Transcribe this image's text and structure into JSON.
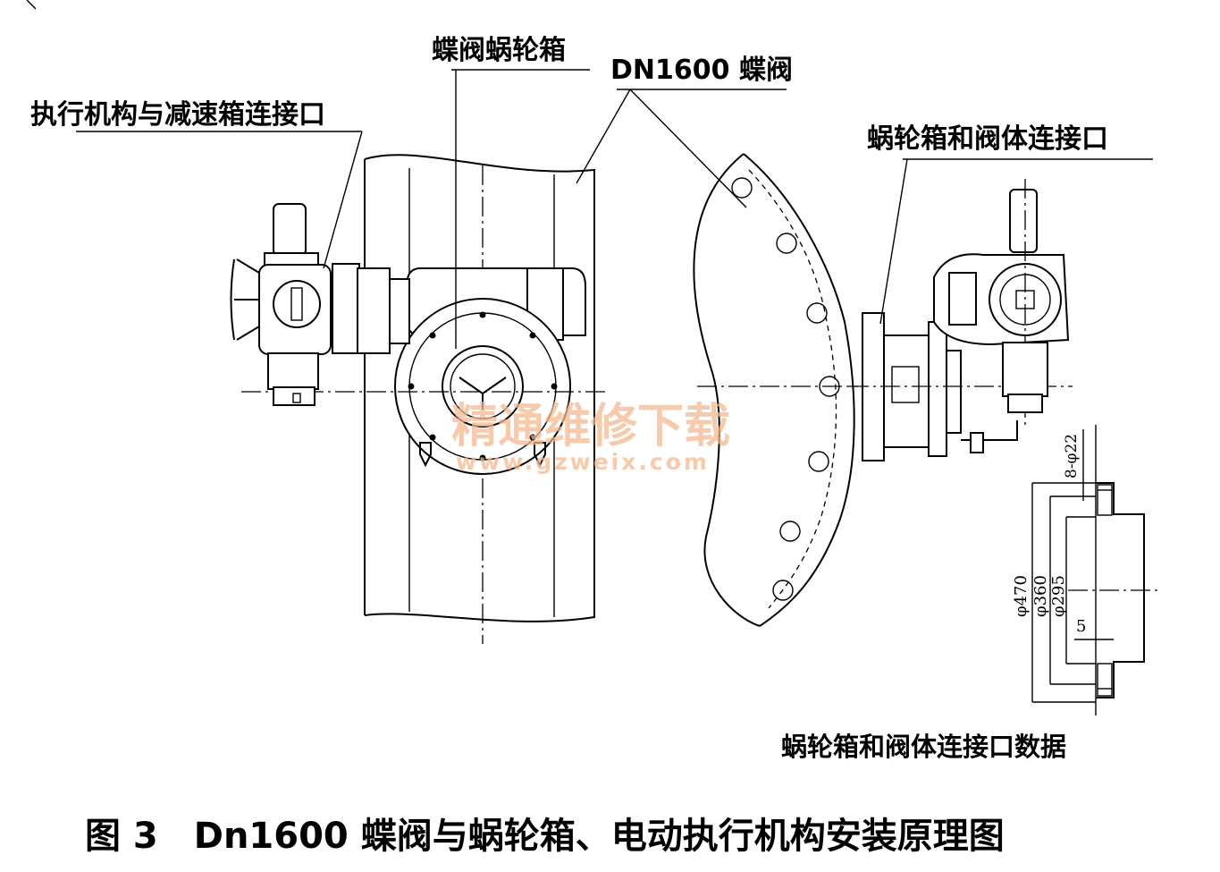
{
  "labels": {
    "actuator_interface": "执行机构与减速箱连接口",
    "worm_gearbox": "蝶阀蜗轮箱",
    "valve": "DN1600 蝶阀",
    "gearbox_body_interface": "蜗轮箱和阀体连接口",
    "interface_data": "蜗轮箱和阀体连接口数据"
  },
  "dimensions": {
    "bolt_holes": "8-φ22",
    "d1": "φ470",
    "d2": "φ360",
    "d3": "φ295",
    "depth": "5"
  },
  "caption": "图 3　Dn1600 蝶阀与蜗轮箱、电动执行机构安装原理图",
  "watermark": {
    "cn": "精通维修下载",
    "url": "www.gzweix.com"
  },
  "colors": {
    "watermark": "#f4b98e",
    "ink": "#000000"
  }
}
